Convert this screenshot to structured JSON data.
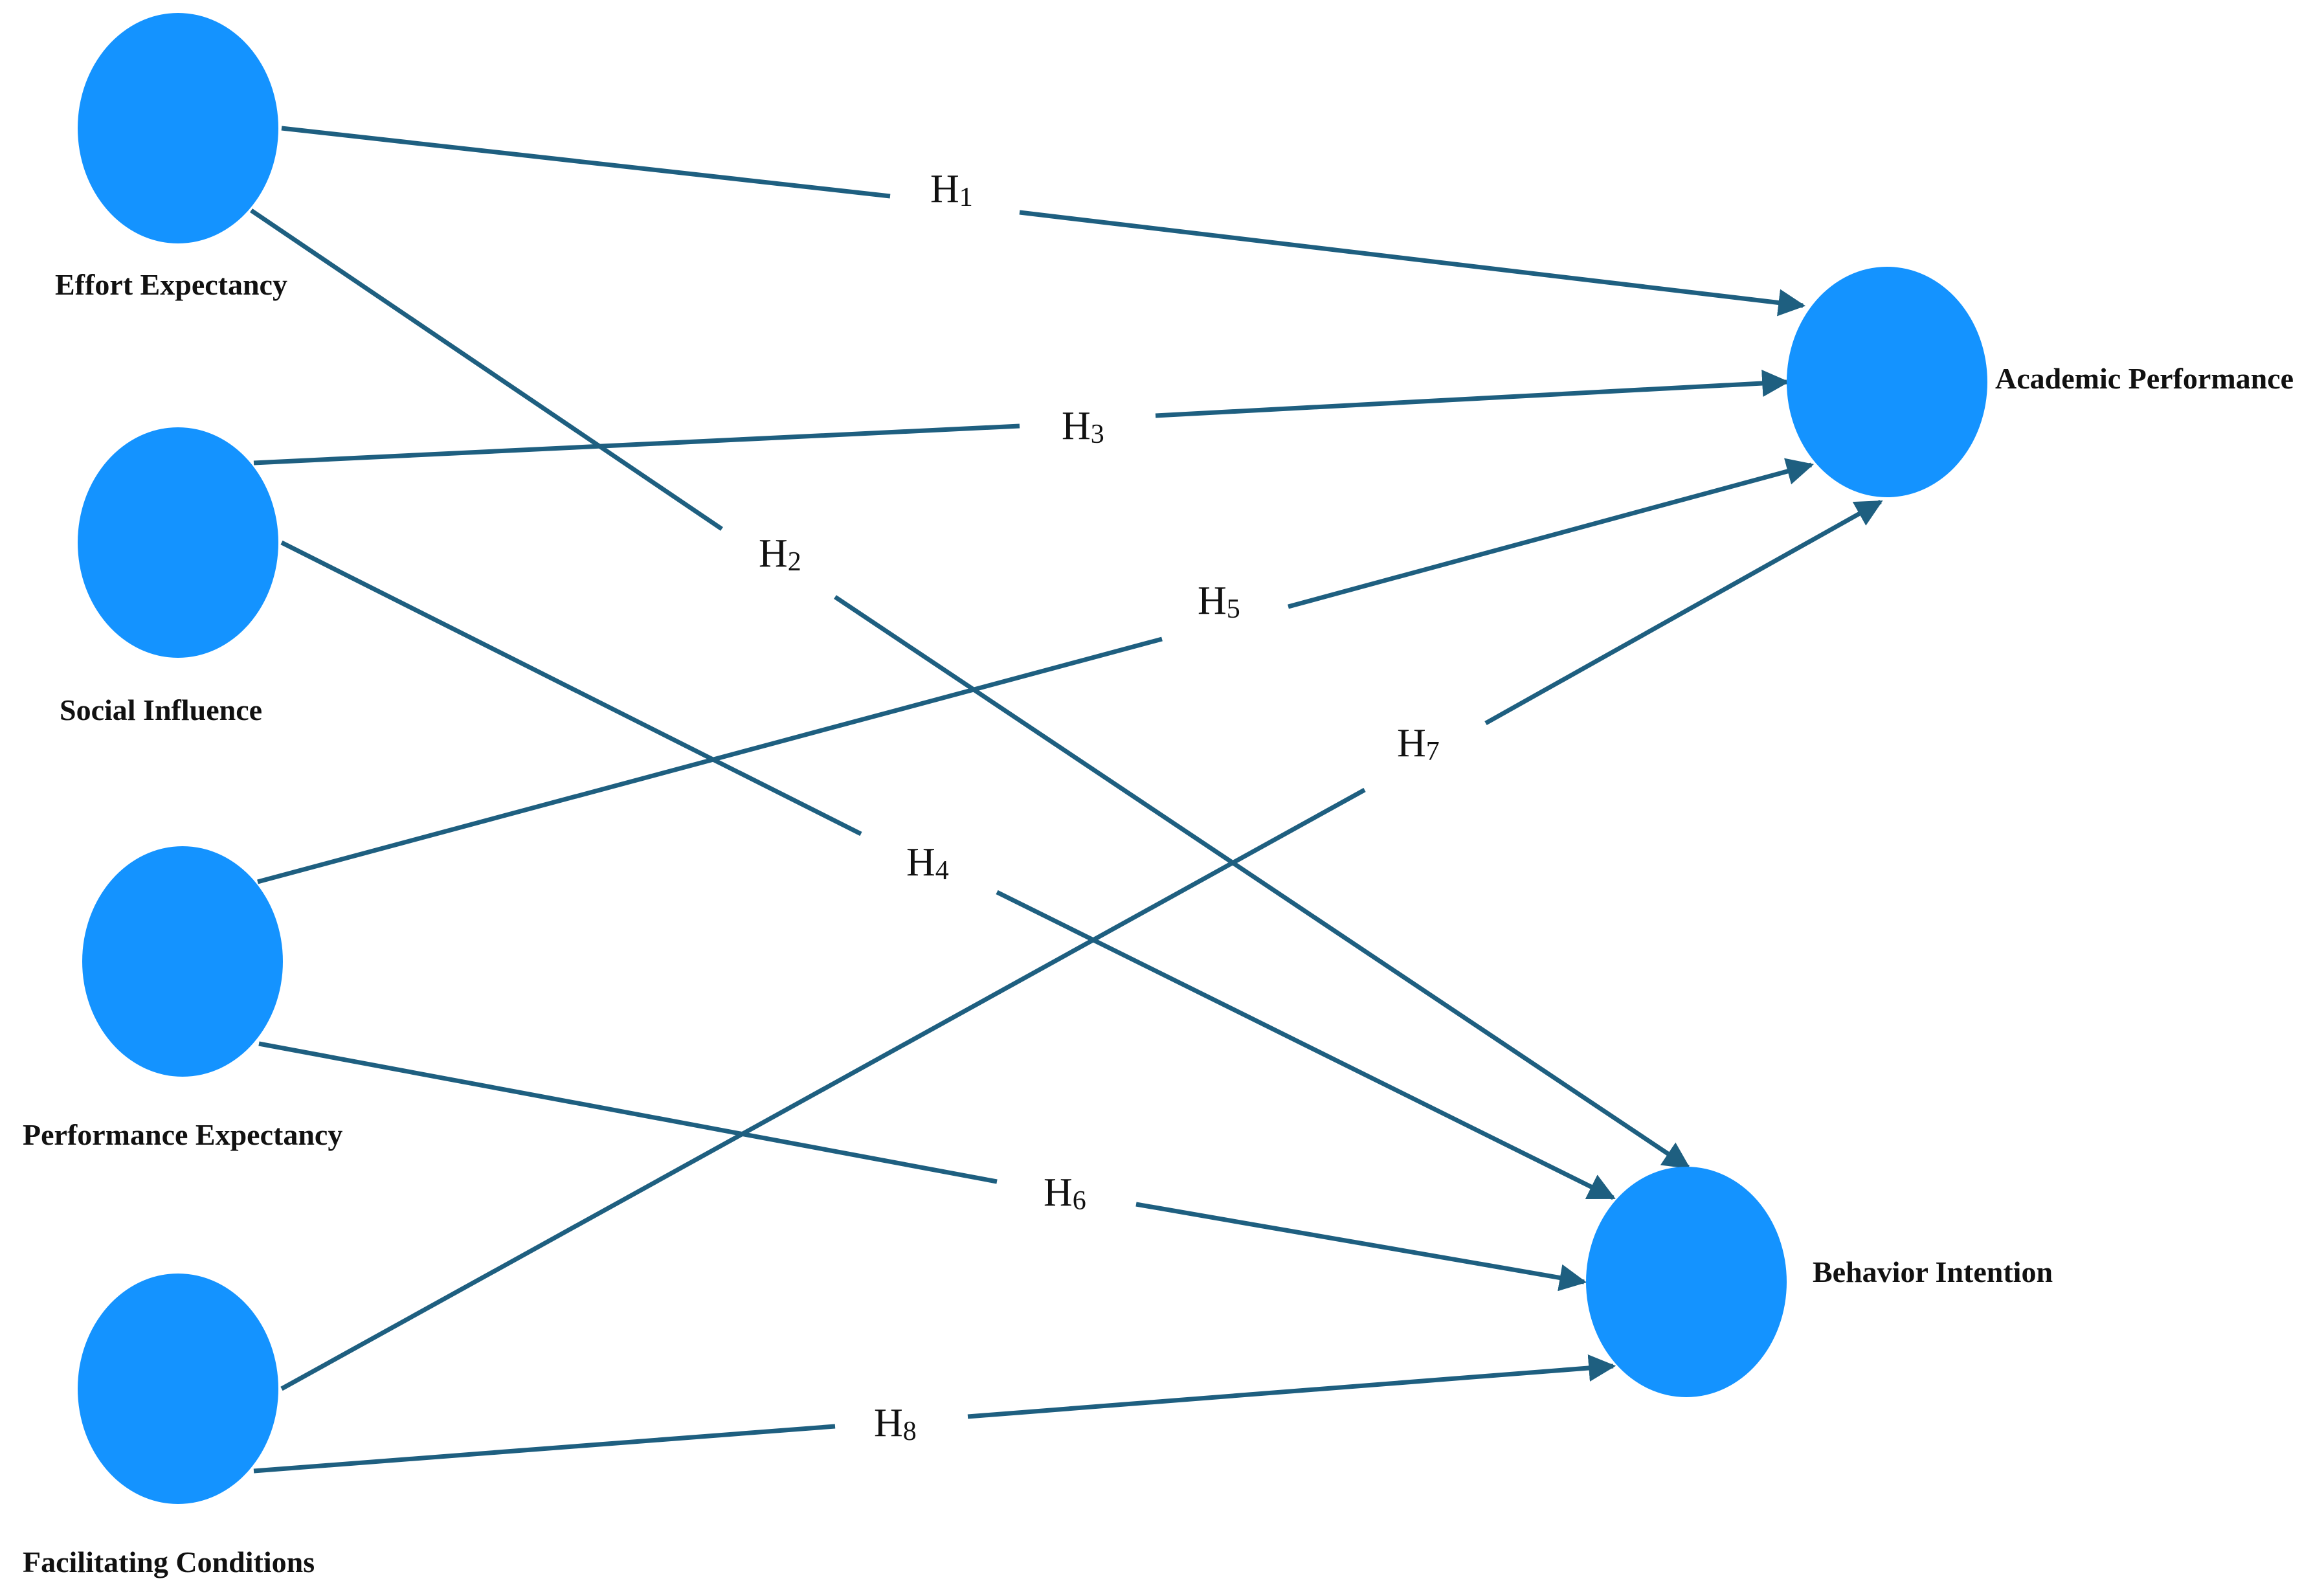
{
  "colors": {
    "node": "#1493ff",
    "edge": "#1e5f80",
    "text": "#111111"
  },
  "nodes": [
    {
      "id": "ee",
      "label": "Effort Expectancy"
    },
    {
      "id": "si",
      "label": "Social Influence"
    },
    {
      "id": "pe",
      "label": "Performance Expectancy"
    },
    {
      "id": "fc",
      "label": "Facilitating Conditions"
    },
    {
      "id": "ap",
      "label": "Academic Performance"
    },
    {
      "id": "bi",
      "label": "Behavior Intention"
    }
  ],
  "edges": [
    {
      "from": "ee",
      "to": "ap",
      "label": "H",
      "sub": "1"
    },
    {
      "from": "ee",
      "to": "bi",
      "label": "H",
      "sub": "2"
    },
    {
      "from": "si",
      "to": "ap",
      "label": "H",
      "sub": "3"
    },
    {
      "from": "si",
      "to": "bi",
      "label": "H",
      "sub": "4"
    },
    {
      "from": "pe",
      "to": "ap",
      "label": "H",
      "sub": "5"
    },
    {
      "from": "pe",
      "to": "bi",
      "label": "H",
      "sub": "6"
    },
    {
      "from": "fc",
      "to": "ap",
      "label": "H",
      "sub": "7"
    },
    {
      "from": "fc",
      "to": "bi",
      "label": "H",
      "sub": "8"
    }
  ]
}
